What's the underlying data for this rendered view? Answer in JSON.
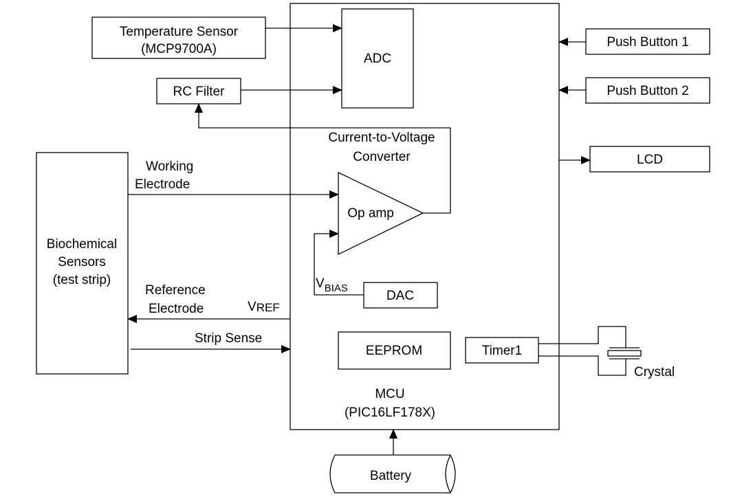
{
  "blocks": {
    "temp_sensor": {
      "line1": "Temperature Sensor",
      "line2": "(MCP9700A)"
    },
    "adc": "ADC",
    "rc_filter": "RC Filter",
    "push_button_1": "Push Button 1",
    "push_button_2": "Push Button 2",
    "lcd": "LCD",
    "itov": {
      "line1": "Current-to-Voltage",
      "line2": "Converter"
    },
    "opamp": "Op amp",
    "dac": "DAC",
    "eeprom": "EEPROM",
    "timer1": "Timer1",
    "crystal": "Crystal",
    "mcu": {
      "line1": "MCU",
      "line2": "(PIC16LF178X)"
    },
    "battery": "Battery",
    "biosensor": {
      "line1": "Biochemical",
      "line2": "Sensors",
      "line3": "(test strip)"
    }
  },
  "signals": {
    "working_electrode": {
      "line1": "Working",
      "line2": "Electrode"
    },
    "reference_electrode": {
      "line1": "Reference",
      "line2": "Electrode"
    },
    "strip_sense": "Strip Sense",
    "vbias": {
      "main": "V",
      "sub": "BIAS"
    },
    "vref": {
      "main": "V",
      "sub": "REF"
    }
  }
}
